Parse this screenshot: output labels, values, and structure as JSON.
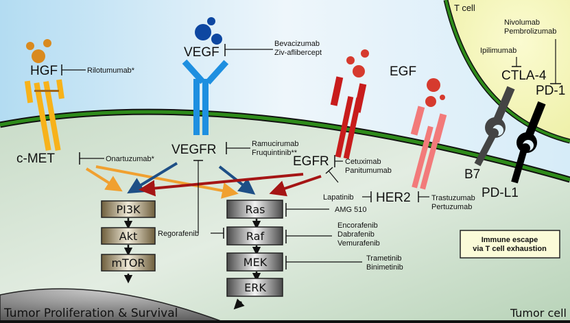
{
  "figure": {
    "regions": {
      "tumor_cell": "Tumor cell",
      "t_cell": "T cell",
      "proliferation": "Tumor Proliferation & Survival",
      "immune_note_line1": "Immune escape",
      "immune_note_line2": "via T cell exhaustion"
    },
    "ligands": {
      "hgf": "HGF",
      "vegf": "VEGF",
      "egf": "EGF"
    },
    "receptors": {
      "cmet": "c-MET",
      "vegfr": "VEGFR",
      "egfr": "EGFR",
      "her2": "HER2",
      "b7": "B7",
      "pdl1": "PD-L1",
      "ctla4": "CTLA-4",
      "pd1": "PD-1"
    },
    "drugs": {
      "rilotumumab": "Rilotumumab*",
      "onartuzumab": "Onartuzumab*",
      "bevacizumab": "Bevacizumab",
      "ziv_aflibercept": "Ziv-aflibercept",
      "ramucirumab": "Ramucirumab",
      "fruquintinib": "Fruquintinib**",
      "cetuximab": "Cetuximab",
      "panitumumab": "Panitumumab",
      "lapatinib": "Lapatinib",
      "trastuzumab": "Trastuzumab",
      "pertuzumab": "Pertuzumab",
      "regorafenib": "Regorafenib",
      "amg510": "AMG 510",
      "encorafenib": "Encorafenib",
      "dabrafenib": "Dabrafenib",
      "vemurafenib": "Vemurafenib",
      "trametinib": "Trametinib",
      "binimetinib": "Binimetinib",
      "ipilimumab": "Ipilimumab",
      "nivolumab": "Nivolumab",
      "pembrolizumab": "Pembrolizumab"
    },
    "pathways": {
      "pi3k": [
        "PI3K",
        "Akt",
        "mTOR"
      ],
      "mapk": [
        "Ras",
        "Raf",
        "MEK",
        "ERK"
      ]
    },
    "colors": {
      "hgf": "#d98a1f",
      "cmet": "#f7b21a",
      "vegf": "#0d47a1",
      "vegfr": "#1e8fe0",
      "egf": "#d63a2e",
      "egfr": "#c81c1c",
      "her2": "#f27a7a",
      "membrane": "#2e8b1a",
      "pi3k_arrow_orange": "#f0a030",
      "vegfr_arrow_blue": "#1e4f86",
      "egfr_arrow_red": "#a51515"
    }
  }
}
